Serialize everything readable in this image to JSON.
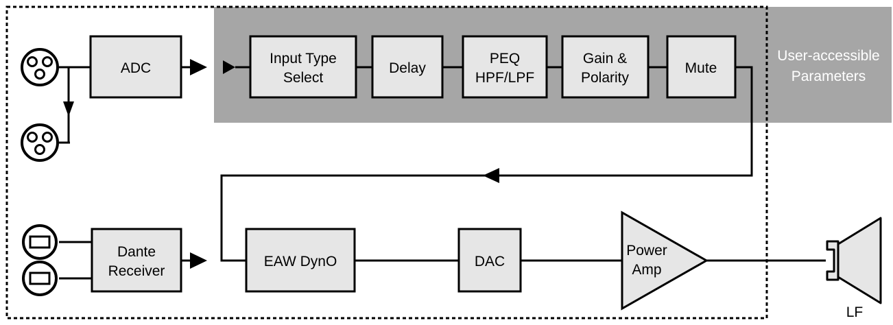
{
  "blocks": {
    "adc": "ADC",
    "input_type_select": [
      "Input Type",
      "Select"
    ],
    "delay": "Delay",
    "peq": [
      "PEQ",
      "HPF/LPF"
    ],
    "gain_polarity": [
      "Gain &",
      "Polarity"
    ],
    "mute": "Mute",
    "dante_receiver": [
      "Dante",
      "Receiver"
    ],
    "eaw_dyno": "EAW DynO",
    "dac": "DAC",
    "power_amp": [
      "Power",
      "Amp"
    ]
  },
  "user_accessible_label": [
    "User-accessible",
    "Parameters"
  ],
  "speaker_label": "LF",
  "colors": {
    "block_fill": "#e6e6e6",
    "parameter_panel": "#a6a6a6",
    "line": "#000000"
  }
}
